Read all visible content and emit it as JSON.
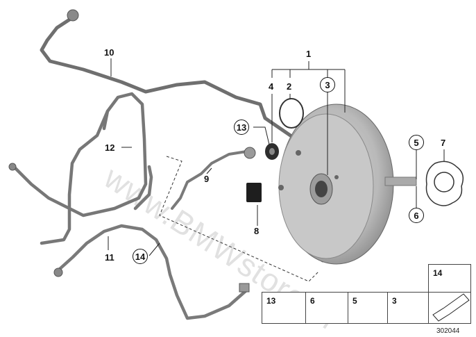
{
  "watermark": "www.BMWstore.pl",
  "callouts": {
    "c1": "1",
    "c2": "2",
    "c3": "3",
    "c4": "4",
    "c5": "5",
    "c6": "6",
    "c7": "7",
    "c8": "8",
    "c9": "9",
    "c10": "10",
    "c11": "11",
    "c12": "12",
    "c13": "13",
    "c14": "14"
  },
  "legend": {
    "item13": "13",
    "item6": "6",
    "item5": "5",
    "item3": "3",
    "item14": "14"
  },
  "ref_number": "302044",
  "colors": {
    "booster": "#bfbfbf",
    "hose": "#7a7a7a",
    "line": "#222222"
  }
}
